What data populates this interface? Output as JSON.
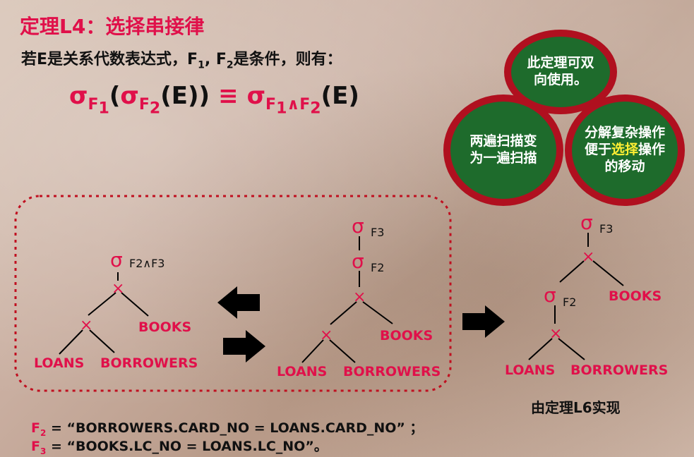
{
  "title": "定理L4：选择串接律",
  "subtitle": {
    "prefix": "若E是关系代数表达式，F",
    "s1": "1",
    "mid": ", F",
    "s2": "2",
    "suffix": "是条件，则有："
  },
  "formula": {
    "sigma": "σ",
    "F": "F",
    "s1": "1",
    "s2": "2",
    "open": "(",
    "close": ")",
    "e": "(E)",
    "eq": "≡",
    "and": "∧"
  },
  "bubbles": {
    "top": "此定理可双向使用。",
    "left": "两遍扫描变为一遍扫描",
    "right_pre": "分解复杂操作便于",
    "right_hl": "选择",
    "right_post": "操作的移动"
  },
  "trees": {
    "sigma": "σ",
    "times": "×",
    "books": "BOOKS",
    "loans": "LOANS",
    "borrowers": "BORROWERS",
    "f2f3": "F2∧F3",
    "f3": "F3",
    "f2": "F2"
  },
  "definitions": [
    {
      "var": "F",
      "sub": "2",
      "text": " =  “BORROWERS.CARD_NO = LOANS.CARD_NO” ；"
    },
    {
      "var": "F",
      "sub": "3",
      "text": " =  “BOOKS.LC_NO = LOANS.LC_NO”。"
    }
  ],
  "caption": "由定理L6实现",
  "colors": {
    "accent": "#e0104a",
    "bubble_fill": "#1e6b2c",
    "bubble_border": "#b0101f",
    "highlight": "#ffee33"
  }
}
